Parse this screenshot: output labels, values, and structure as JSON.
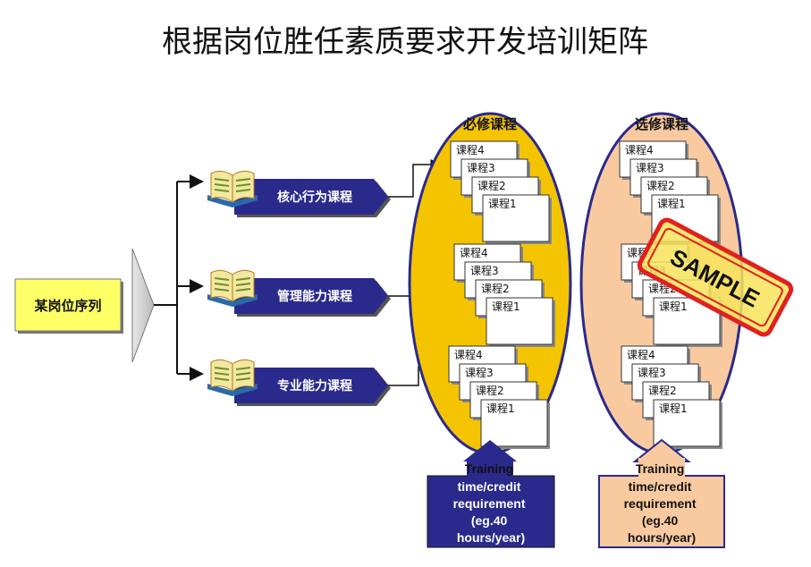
{
  "title": "根据岗位胜任素质要求开发培训矩阵",
  "position_sequence": "某岗位序列",
  "categories": [
    {
      "label": "核心行为课程",
      "icon": "open-book-icon"
    },
    {
      "label": "管理能力课程",
      "icon": "open-book-icon"
    },
    {
      "label": "专业能力课程",
      "icon": "open-book-icon"
    }
  ],
  "required": {
    "title": "必修课程"
  },
  "elective": {
    "title": "选修课程"
  },
  "course_labels": [
    "课程4",
    "课程3",
    "课程2",
    "课程1"
  ],
  "requirement_note": {
    "lines": [
      "Training",
      "time/credit",
      "requirement",
      "(eg.40",
      "hours/year)"
    ]
  },
  "stamp": "SAMPLE",
  "colors": {
    "navy": "#2a2a8c",
    "required_fill": "#f5c400",
    "elective_fill": "#f9caa0",
    "position_fill": "#ffff66",
    "stamp_border": "#e02020",
    "stamp_fill": "#f7e45a"
  }
}
